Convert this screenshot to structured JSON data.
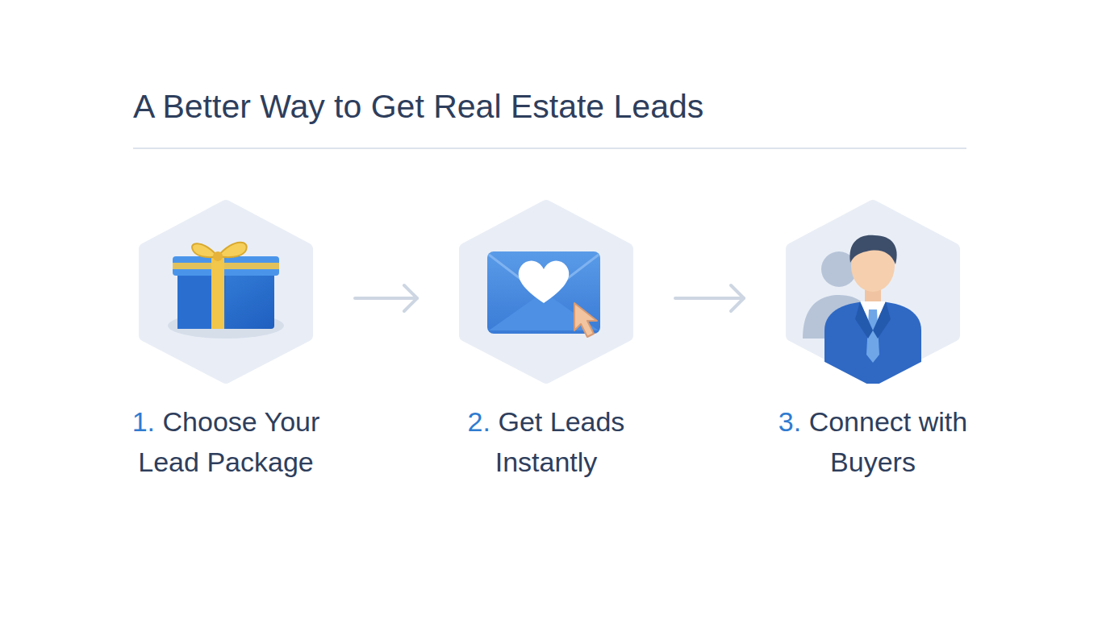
{
  "diagram": {
    "title": "A Better Way to Get Real Estate Leads",
    "nodes": [
      {
        "text": [
          "1.",
          "Choose Your Lead Package"
        ]
      },
      {
        "text": [
          "2.",
          "Get Leads Instantly"
        ]
      },
      {
        "text": [
          "3.",
          "Connect with Buyers"
        ]
      }
    ],
    "edges": [
      {
        "from": 0,
        "to": 1,
        "arrow": "to"
      },
      {
        "from": 1,
        "to": 2,
        "arrow": "to"
      }
    ]
  }
}
